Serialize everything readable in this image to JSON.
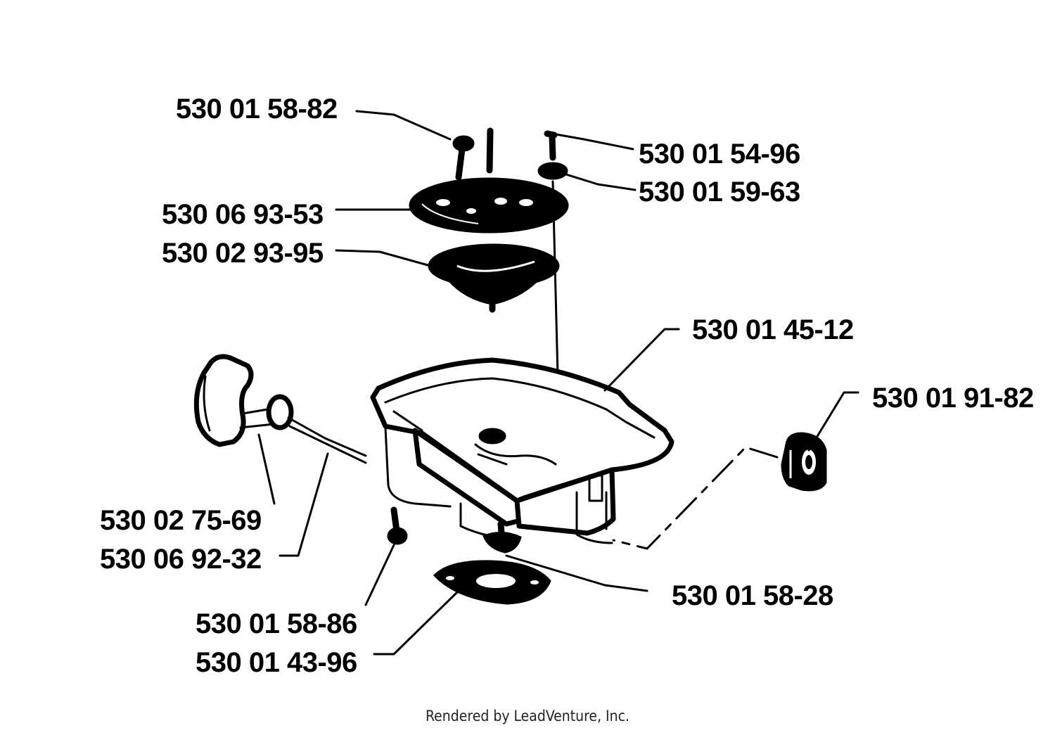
{
  "parts": {
    "p1": "530 01 58-82",
    "p2": "530 01 54-96",
    "p3": "530 01 59-63",
    "p4": "530 06 93-53",
    "p5": "530 02 93-95",
    "p6": "530 01 45-12",
    "p7": "530 01 91-82",
    "p8": "530 02 75-69",
    "p9": "530 06 92-32",
    "p10": "530 01 58-28",
    "p11": "530 01 58-86",
    "p12": "530 01 43-96"
  },
  "footer": {
    "credit": "Rendered by LeadVenture, Inc."
  }
}
